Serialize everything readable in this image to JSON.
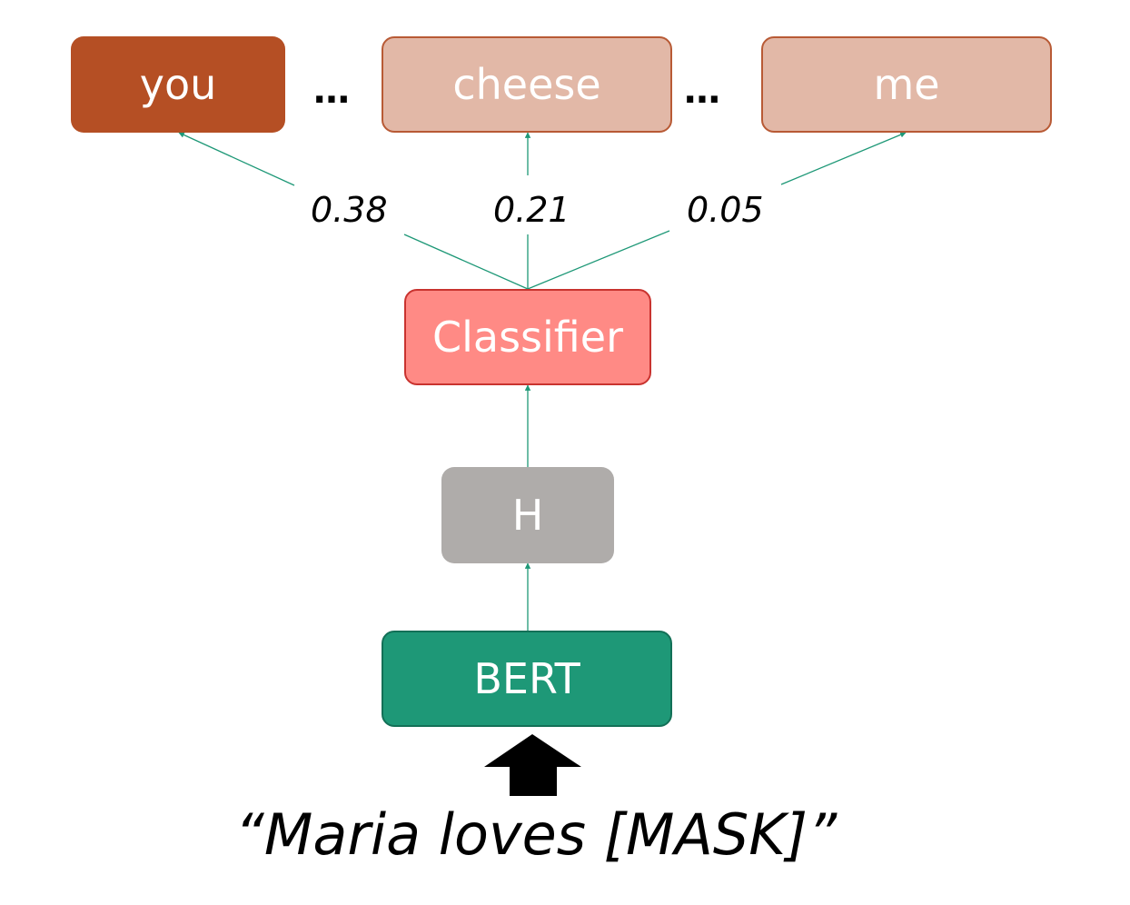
{
  "outputs": {
    "tokens": [
      {
        "label": "you",
        "probability": "0.38",
        "color": "#b54f24"
      },
      {
        "label": "cheese",
        "probability": "0.21",
        "color": "#e2b8a7"
      },
      {
        "label": "me",
        "probability": "0.05",
        "color": "#e2b8a7"
      }
    ],
    "ellipsis": "…"
  },
  "classifier": {
    "label": "Classifier",
    "color": "#ff8a85"
  },
  "hidden": {
    "label": "H",
    "color": "#afacaa"
  },
  "bert": {
    "label": "BERT",
    "color": "#1e9877"
  },
  "input": {
    "text": "“Maria loves [MASK]”"
  },
  "colors": {
    "connector": "#1e9877",
    "arrow": "#000000"
  }
}
